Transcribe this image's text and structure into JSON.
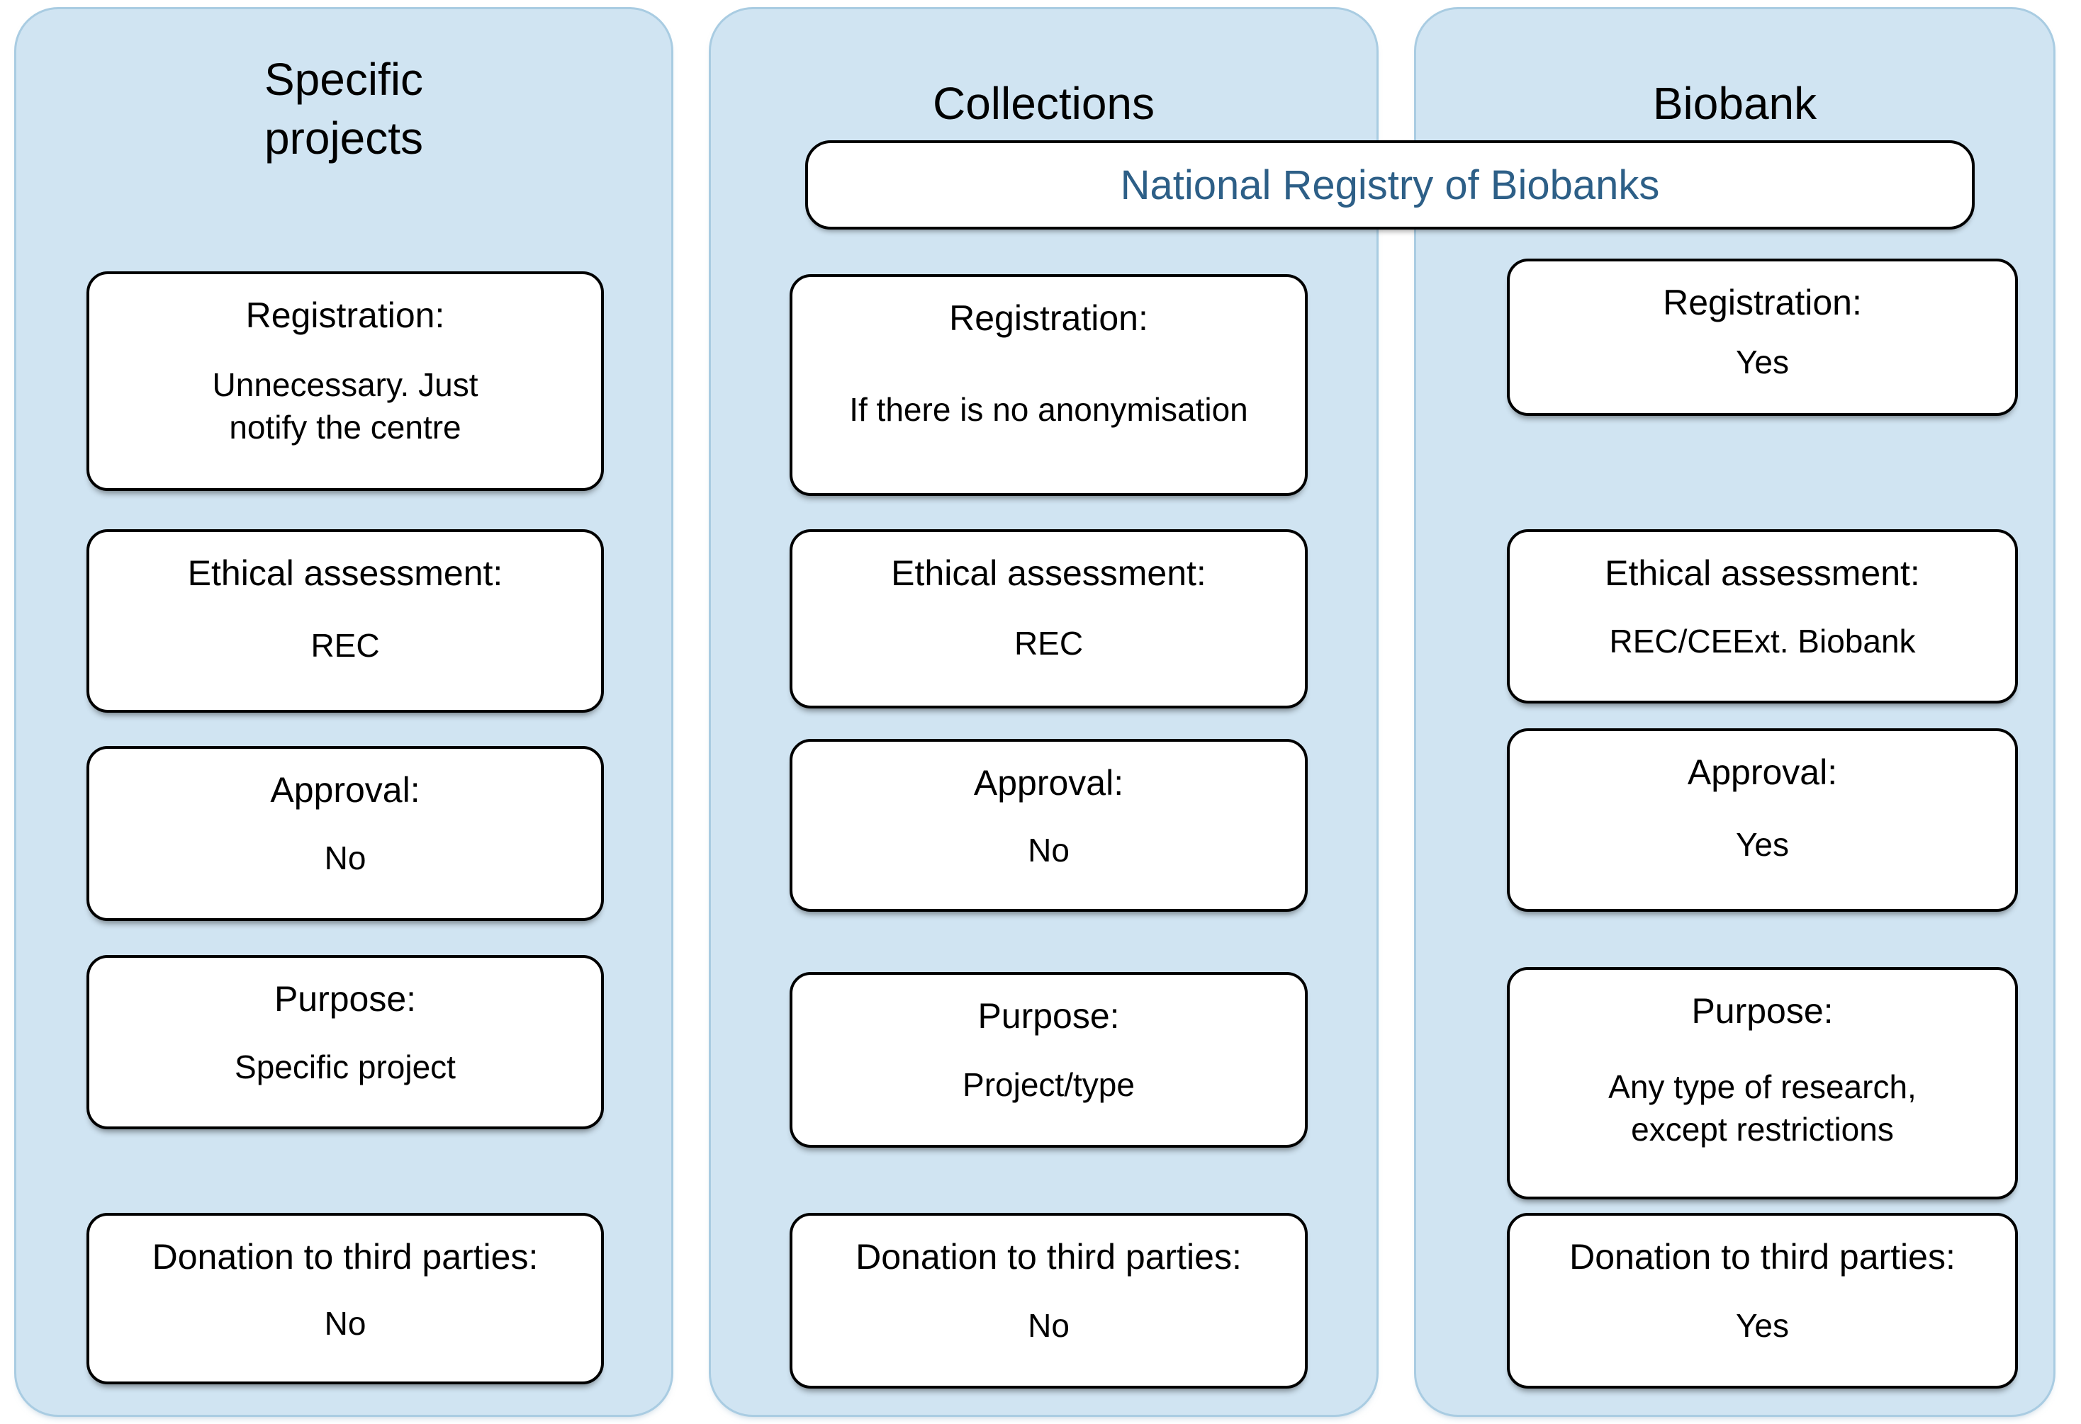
{
  "colors": {
    "column_fill": "#d0e4f2",
    "column_border": "#a9cce2",
    "box_fill": "#ffffff",
    "box_border": "#000000",
    "registry_text": "#2d5f87",
    "body_text": "#000000",
    "background": "#ffffff"
  },
  "registry_banner": {
    "label": "National Registry of Biobanks"
  },
  "columns": [
    {
      "title_line1": "Specific",
      "title_line2": "projects",
      "boxes": [
        {
          "label": "Registration:",
          "value_line1": "Unnecessary. Just",
          "value_line2": "notify the centre"
        },
        {
          "label": "Ethical assessment:",
          "value_line1": "REC"
        },
        {
          "label": "Approval:",
          "value_line1": "No"
        },
        {
          "label": "Purpose:",
          "value_line1": "Specific project"
        },
        {
          "label": "Donation to third parties:",
          "value_line1": "No"
        }
      ]
    },
    {
      "title_line1": "Collections",
      "boxes": [
        {
          "label": "Registration:",
          "value_line1": "If there is no anonymisation"
        },
        {
          "label": "Ethical assessment:",
          "value_line1": "REC"
        },
        {
          "label": "Approval:",
          "value_line1": "No"
        },
        {
          "label": "Purpose:",
          "value_line1": "Project/type"
        },
        {
          "label": "Donation to third parties:",
          "value_line1": "No"
        }
      ]
    },
    {
      "title_line1": "Biobank",
      "boxes": [
        {
          "label": "Registration:",
          "value_line1": "Yes"
        },
        {
          "label": "Ethical assessment:",
          "value_line1": "REC/CEExt. Biobank"
        },
        {
          "label": "Approval:",
          "value_line1": "Yes"
        },
        {
          "label": "Purpose:",
          "value_line1": "Any type of research,",
          "value_line2": "except restrictions"
        },
        {
          "label": "Donation to third parties:",
          "value_line1": "Yes"
        }
      ]
    }
  ]
}
